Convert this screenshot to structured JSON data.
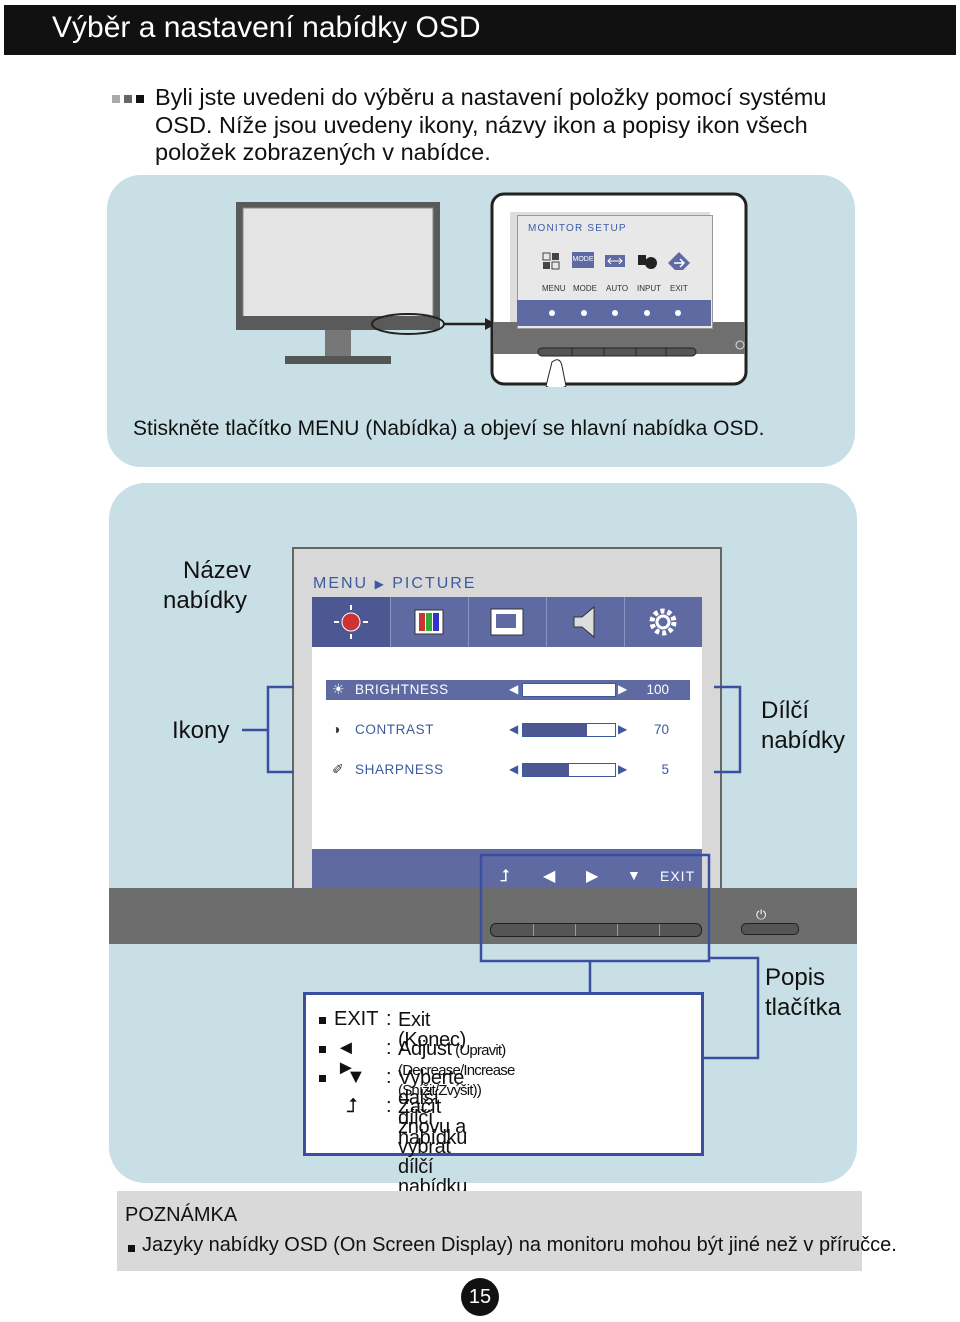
{
  "header": {
    "title": "Výběr a nastavení nabídky OSD"
  },
  "intro": {
    "text": "Byli jste uvedeni do výběru a nastavení položky pomocí systému OSD. Níže jsou uvedeny ikony, názvy ikon a popisy ikon všech položek zobrazených v  nabídce."
  },
  "panel1": {
    "osd_title": "MONITOR SETUP",
    "osd_mode_icon": "MODE",
    "osd_labels": [
      "MENU",
      "MODE",
      "AUTO",
      "INPUT",
      "EXIT"
    ],
    "caption": "Stiskněte tlačítko MENU (Nabídka) a objeví se hlavní nabídka OSD."
  },
  "panel2": {
    "menu_name_label": [
      "Název",
      "nabídky"
    ],
    "icons_label": "Ikony",
    "submenus_label": [
      "Dílčí",
      "nabídky"
    ],
    "button_desc_label": [
      "Popis",
      "tlačítka"
    ],
    "breadcrumb": {
      "menu": "MENU",
      "page": "PICTURE"
    },
    "tabs": [
      "brightness-icon",
      "color-bars-icon",
      "screen-position-icon",
      "speaker-icon",
      "gear-icon"
    ],
    "rows": [
      {
        "label": "BRIGHTNESS",
        "value": "100",
        "level": 1.0,
        "icon": "sun-icon"
      },
      {
        "label": "CONTRAST",
        "value": "70",
        "level": 0.7,
        "icon": "contrast-icon"
      },
      {
        "label": "SHARPNESS",
        "value": "5",
        "level": 0.5,
        "icon": "sharpness-icon"
      }
    ],
    "bottom_exit": "EXIT",
    "legend": [
      {
        "symbol": "EXIT",
        "sep": ":",
        "text_big": "Exit (Konec)",
        "text_small": ""
      },
      {
        "symbol": "◄ ►",
        "sep": ":",
        "text_big": "Adjust",
        "text_small": " (Upravit) (Decrease/Increase (Snížit/Zvýšit))"
      },
      {
        "symbol": "▼",
        "sep": ":",
        "text_big": "Vyberte další dílčí nabídku",
        "text_small": ""
      },
      {
        "symbol": "⮥",
        "sep": ":",
        "text_big": "Začít znovu a vybrat dílčí nabídku",
        "text_small": ""
      }
    ]
  },
  "note": {
    "title": "POZNÁMKA",
    "text": "Jazyky nabídky OSD (On Screen Display) na monitoru mohou být jiné než v příručce."
  },
  "page_number": "15",
  "colors": {
    "panel": "#c9dfe6",
    "osd_blue": "#5f6aa3",
    "accent": "#3a4f9f"
  }
}
